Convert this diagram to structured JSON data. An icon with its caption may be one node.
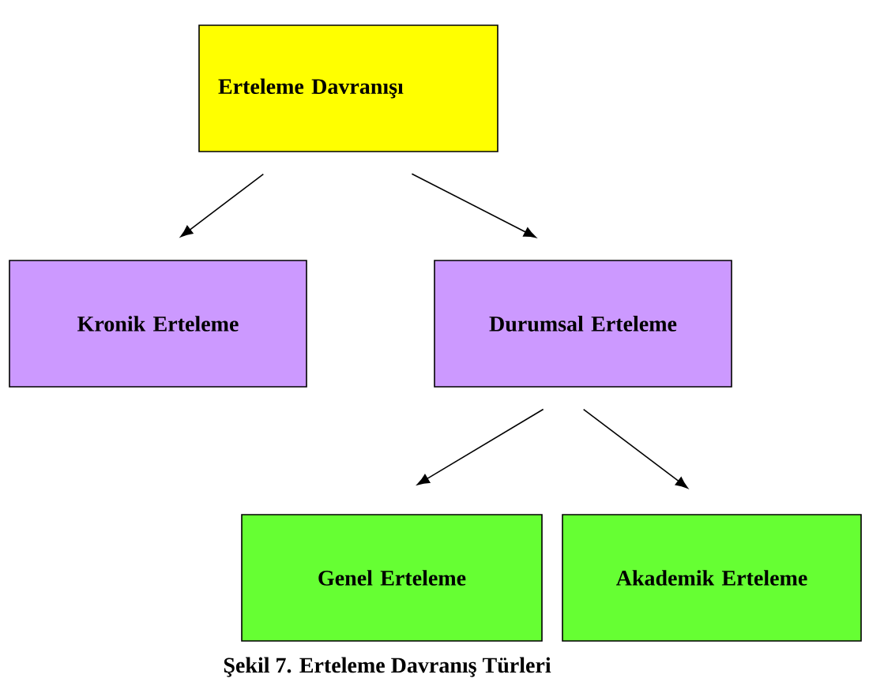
{
  "diagram": {
    "caption": "Şekil 7. Erteleme Davranış Türleri",
    "nodes": [
      {
        "text": [
          "Erteleme Davranışı"
        ]
      },
      {
        "text": [
          "Kronik Erteleme"
        ]
      },
      {
        "text": [
          "Durumsal Erteleme"
        ]
      },
      {
        "text": [
          "Genel Erteleme"
        ]
      },
      {
        "text": [
          "Akademik Erteleme"
        ]
      }
    ],
    "edges": [
      {
        "from": 0,
        "to": 1,
        "arrow": "to"
      },
      {
        "from": 0,
        "to": 2,
        "arrow": "to"
      },
      {
        "from": 2,
        "to": 3,
        "arrow": "to"
      },
      {
        "from": 2,
        "to": 4,
        "arrow": "to"
      }
    ]
  }
}
